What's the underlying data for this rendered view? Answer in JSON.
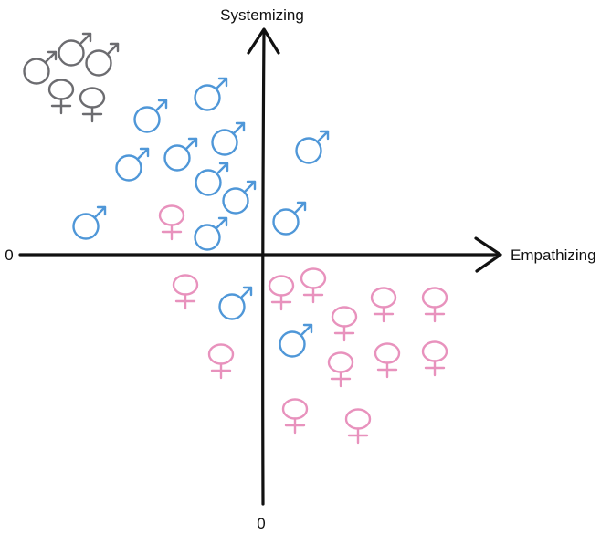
{
  "labels": {
    "y_axis": "Systemizing",
    "x_axis": "Empathizing",
    "x_origin": "0",
    "y_origin": "0"
  },
  "colors": {
    "male": "#4f97d8",
    "female": "#e892bd",
    "legend": "#6c6c70",
    "axis": "#111111"
  },
  "symbols": {
    "male": "male-icon",
    "female": "female-icon"
  }
}
